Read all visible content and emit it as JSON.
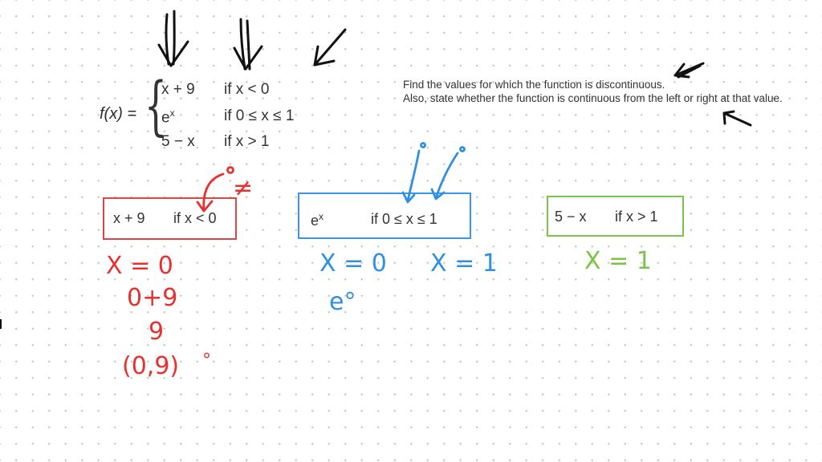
{
  "problem": {
    "function_label": "f(x) =",
    "pieces": [
      {
        "expr": "x + 9",
        "condition": "if x < 0"
      },
      {
        "expr": "e",
        "exponent": "x",
        "condition": "if 0 ≤ x ≤ 1"
      },
      {
        "expr": "5 − x",
        "condition": "if x > 1"
      }
    ],
    "instruction_line1": "Find the values for which the function is discontinuous.",
    "instruction_line2": "Also, state whether the function is continuous from the left or right at that value."
  },
  "boxes": {
    "red": {
      "expr": "x + 9",
      "condition": "if x < 0",
      "color": "#e04545"
    },
    "blue": {
      "expr": "e",
      "exponent": "x",
      "condition": "if 0 ≤ x ≤ 1",
      "color": "#3a96e6"
    },
    "green": {
      "expr": "5 − x",
      "condition": "if x > 1",
      "color": "#7cc34a"
    }
  },
  "annotations": {
    "red_notes": [
      "X = 0",
      "0+9",
      "9",
      "(0,9)",
      "°"
    ],
    "red_not_equal": "≠",
    "blue_notes": [
      "X = 0",
      "X = 1",
      "e°"
    ],
    "green_notes": [
      "X = 1"
    ]
  },
  "colors": {
    "red_ink": "#e8312f",
    "blue_ink": "#2f8fe3",
    "green_ink": "#7cc34a",
    "black_ink": "#111111"
  }
}
